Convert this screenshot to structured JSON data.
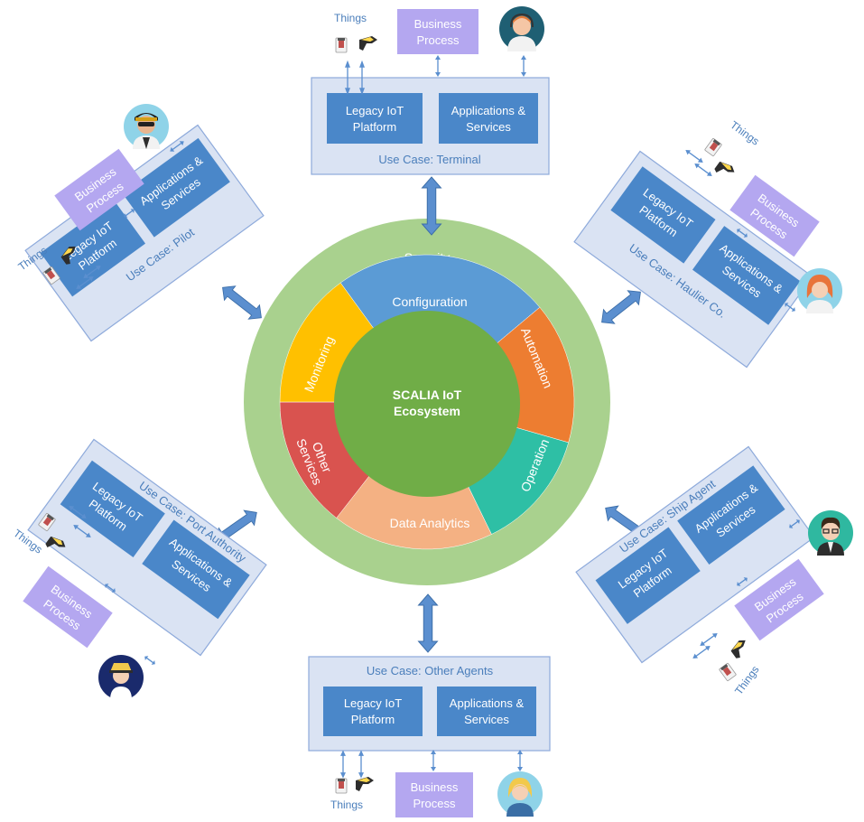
{
  "ecosystem": {
    "title_line1": "SCALIA IoT",
    "title_line2": "Ecosystem",
    "outer_ring": "Security",
    "segments": {
      "configuration": "Configuration",
      "automation": "Automation",
      "operation": "Operation",
      "data_analytics": "Data Analytics",
      "other_services_line1": "Other",
      "other_services_line2": "Services",
      "monitoring": "Monitoring"
    },
    "colors": {
      "security": "#a9d18e",
      "core": "#70ad47",
      "configuration": "#5b9bd5",
      "automation": "#ed7d31",
      "operation": "#2ebfa5",
      "data_analytics": "#f4b183",
      "other_services": "#d9534f",
      "monitoring": "#ffc000",
      "panel_fill": "#dae3f3",
      "panel_border": "#8eaadb",
      "box": "#4a87c9",
      "business_process": "#b4a7f0"
    }
  },
  "common": {
    "legacy_line1": "Legacy IoT",
    "legacy_line2": "Platform",
    "apps_line1": "Applications &",
    "apps_line2": "Services",
    "bp_line1": "Business",
    "bp_line2": "Process",
    "things": "Things"
  },
  "use_cases": {
    "terminal": "Use Case: Terminal",
    "other_agents": "Use Case: Other Agents",
    "pilot": "Use Case: Pilot",
    "haulier": "Use Case: Haulier Co.",
    "port_authority": "Use Case: Port Authority",
    "ship_agent": "Use Case: Ship Agent"
  },
  "icons": [
    "terminal-operator-avatar-icon",
    "pilot-avatar-icon",
    "haulier-avatar-icon",
    "port-authority-avatar-icon",
    "ship-agent-avatar-icon",
    "other-agent-avatar-icon",
    "sensor-device-icon",
    "barcode-scanner-icon"
  ]
}
